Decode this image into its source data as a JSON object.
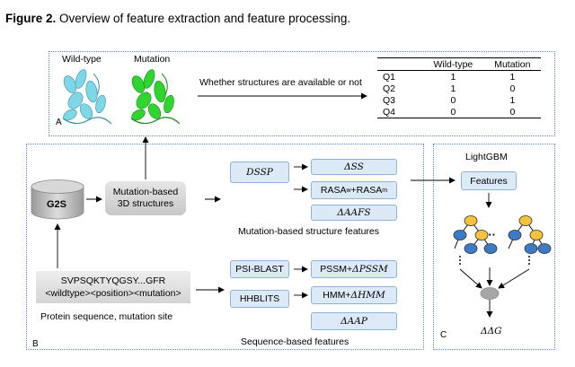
{
  "figure": {
    "title_bold": "Figure 2.",
    "title_rest": " Overview of feature extraction and feature processing."
  },
  "panelA": {
    "label": "A",
    "wildtype_label": "Wild-type",
    "mutation_label": "Mutation",
    "arrow_text": "Whether structures are available or not",
    "table": {
      "headers": [
        "",
        "Wild-type",
        "Mutation"
      ],
      "rows": [
        [
          "Q1",
          "1",
          "1"
        ],
        [
          "Q2",
          "1",
          "0"
        ],
        [
          "Q3",
          "0",
          "1"
        ],
        [
          "Q4",
          "0",
          "0"
        ]
      ]
    }
  },
  "panelB": {
    "label": "B",
    "g2s": "G2S",
    "mutation_structures_line1": "Mutation-based",
    "mutation_structures_line2": "3D structures",
    "dssp": "DSSP",
    "delta_ss": "ΔSS",
    "rasa": "RASA",
    "rasa_w_sub": "w",
    "plus": "+",
    "rasa_m_sub": "m",
    "delta_aafs": "ΔAAFS",
    "structure_features_caption": "Mutation-based structure features",
    "sequence_line1": "SVPSQKTYQGSY...GFR",
    "sequence_line2": "<wildtype><position><mutation>",
    "sequence_caption": "Protein sequence, mutation site",
    "psiblast": "PSI-BLAST",
    "pssm": "PSSM+",
    "delta_pssm": "ΔPSSM",
    "hhblits": "HHBLITS",
    "hmm": "HMM+",
    "delta_hmm": "ΔHMM",
    "delta_aap": "ΔAAP",
    "sequence_features_caption": "Sequence-based features"
  },
  "panelC": {
    "label": "C",
    "lightgbm": "LightGBM",
    "features": "Features",
    "ellipsis": "···",
    "output": "ΔΔG"
  },
  "colors": {
    "panel_border": "#5b8bd0",
    "feature_box": "#dce9f6",
    "tree_node_yellow": "#f6c33a",
    "tree_node_blue": "#3d7ac6",
    "wildtype_protein": "#7fd6e6",
    "mutation_protein": "#2fd42f"
  }
}
